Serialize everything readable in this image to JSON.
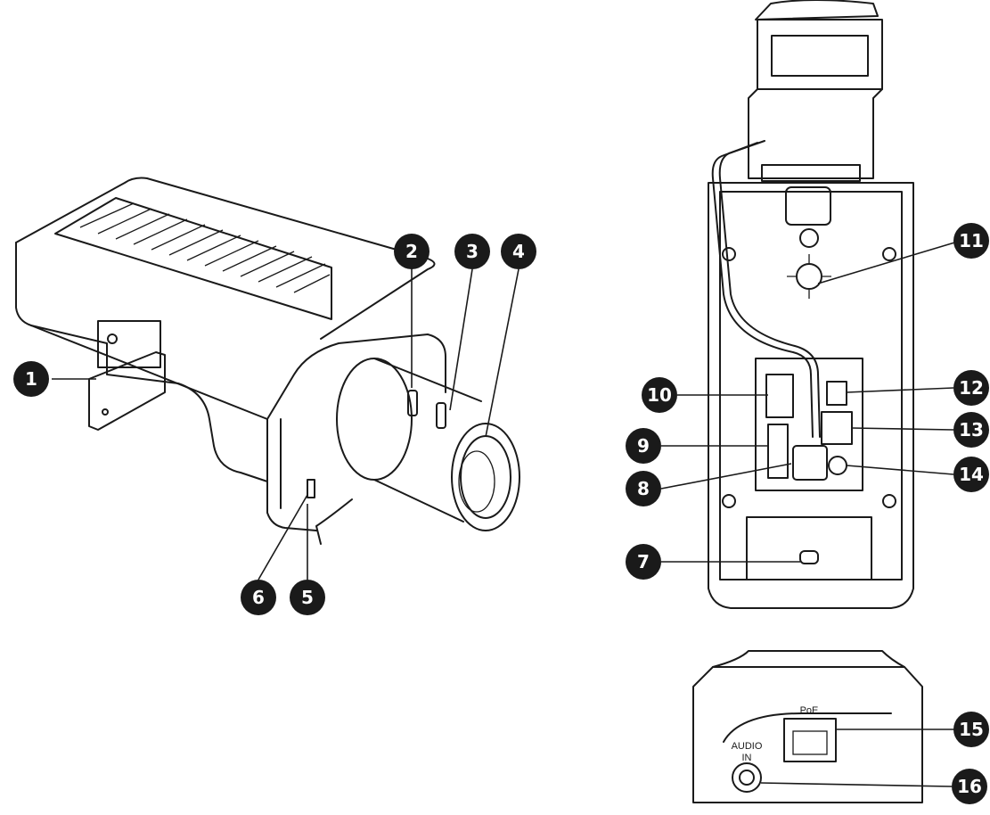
{
  "callouts": [
    {
      "id": "1",
      "label": "1"
    },
    {
      "id": "2",
      "label": "2"
    },
    {
      "id": "3",
      "label": "3"
    },
    {
      "id": "4",
      "label": "4"
    },
    {
      "id": "5",
      "label": "5"
    },
    {
      "id": "6",
      "label": "6"
    },
    {
      "id": "7",
      "label": "7"
    },
    {
      "id": "8",
      "label": "8"
    },
    {
      "id": "9",
      "label": "9"
    },
    {
      "id": "10",
      "label": "10"
    },
    {
      "id": "11",
      "label": "11"
    },
    {
      "id": "12",
      "label": "12"
    },
    {
      "id": "13",
      "label": "13"
    },
    {
      "id": "14",
      "label": "14"
    },
    {
      "id": "15",
      "label": "15"
    },
    {
      "id": "16",
      "label": "16"
    }
  ],
  "port_labels": {
    "poe": "PoE",
    "audio_in_line1": "AUDIO",
    "audio_in_line2": "IN"
  },
  "colors": {
    "ink": "#1a1a1a",
    "background": "#ffffff"
  }
}
